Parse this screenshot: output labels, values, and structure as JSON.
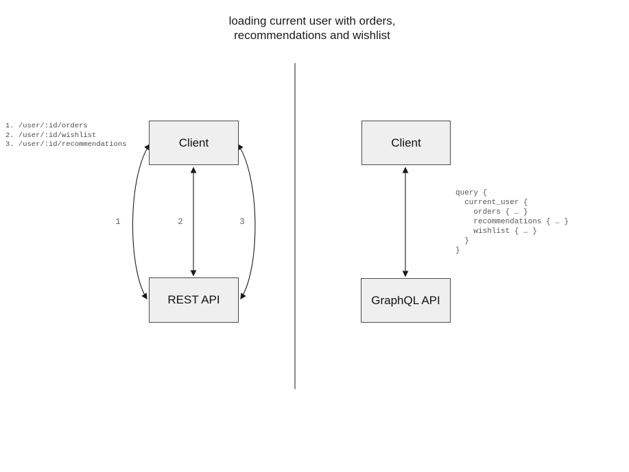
{
  "title": {
    "line1": "loading current user with orders,",
    "line2": "recommendations and wishlist"
  },
  "colors": {
    "box_fill": "#efefef",
    "box_border": "#4a4a4a",
    "arrow": "#1a1a1a",
    "divider": "#666666",
    "code_text": "#4d4d4d",
    "label_text": "#666666"
  },
  "rest_panel": {
    "client_label": "Client",
    "api_label": "REST API",
    "endpoints": [
      "1. /user/:id/orders",
      "2. /user/:id/wishlist",
      "3. /user/:id/recommendations"
    ],
    "arrow_labels": [
      "1",
      "2",
      "3"
    ]
  },
  "graphql_panel": {
    "client_label": "Client",
    "api_label": "GraphQL API",
    "query_lines": [
      "query {",
      "  current_user {",
      "    orders { … }",
      "    recommendations { … }",
      "    wishlist { … }",
      "  }",
      "}"
    ]
  }
}
